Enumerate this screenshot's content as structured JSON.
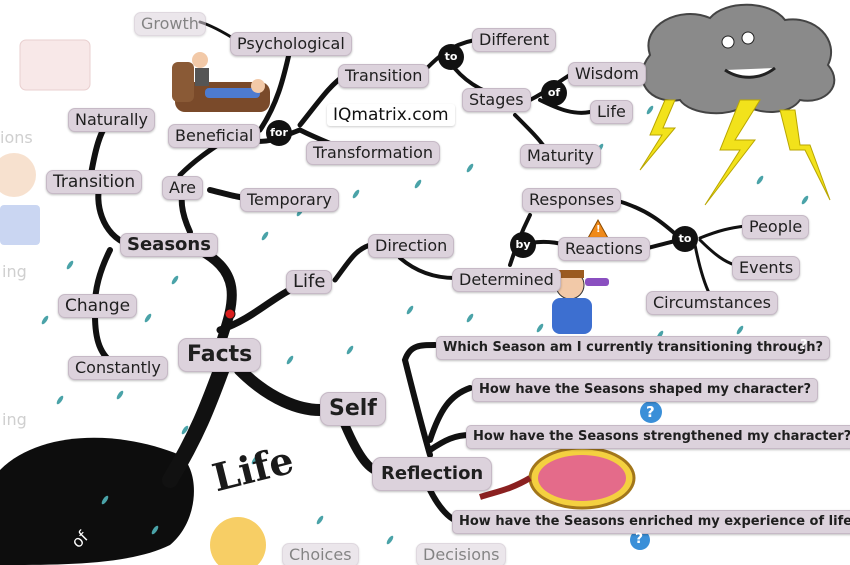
{
  "brand": "IQmatrix.com",
  "center": "Life",
  "branches": {
    "facts": "Facts",
    "self": "Self",
    "reflection": "Reflection",
    "seasons": "Seasons",
    "life": "Life",
    "direction": "Direction",
    "determined": "Determined",
    "are": "Are",
    "temporary": "Temporary",
    "beneficial": "Beneficial",
    "psychological": "Psychological",
    "growth": "Growth",
    "transition_top": "Transition",
    "different": "Different",
    "stages": "Stages",
    "wisdom": "Wisdom",
    "life_small": "Life",
    "maturity": "Maturity",
    "transformation": "Transformation",
    "naturally": "Naturally",
    "transition_left": "Transition",
    "change": "Change",
    "constantly": "Constantly",
    "responses": "Responses",
    "reactions": "Reactions",
    "people": "People",
    "events": "Events",
    "circumstances": "Circumstances"
  },
  "connectors": {
    "for": "for",
    "to_top": "to",
    "of": "of",
    "by": "by",
    "to_right": "to"
  },
  "questions": [
    "Which Season am I currently transitioning through?",
    "How have the Seasons shaped my character?",
    "How have the Seasons strengthened my character?",
    "How have the Seasons enriched my experience of life?"
  ],
  "faded": {
    "choices": "Choices",
    "decisions": "Decisions",
    "ions": "ions",
    "ing_left": "ing",
    "ing_bottom": "ing",
    "of_corner": "of"
  },
  "colors": {
    "node_fill": "#dcd2dc",
    "branch": "#111111",
    "rain": "#4aa3a8",
    "lightning": "#f2e21b",
    "question_badge": "#3a8fd8"
  },
  "icons": [
    "storm-cloud-icon",
    "lightning-icon",
    "rain-drop-icon",
    "psychologist-icon",
    "confused-man-icon",
    "mirror-icon",
    "warning-icon",
    "question-mark-icon",
    "lightbulb-icon",
    "ladybug-icon"
  ]
}
